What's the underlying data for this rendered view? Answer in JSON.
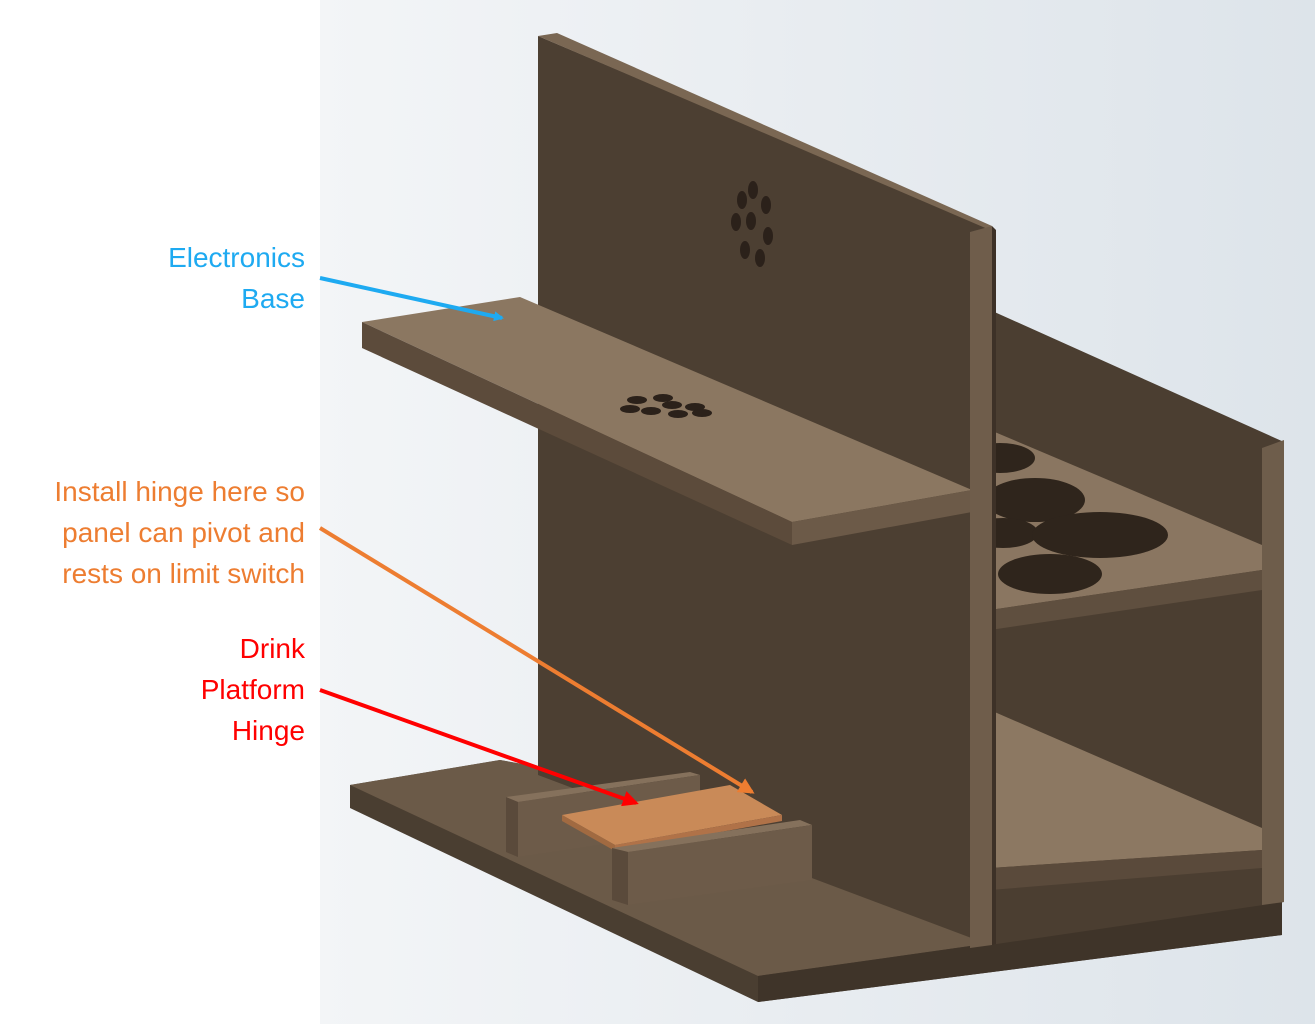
{
  "labels": {
    "electronics_base": "Electronics\nBase",
    "hinge_install": "Install hinge here so\npanel can pivot and\nrests on limit switch",
    "drink_platform_hinge": "Drink\nPlatform\nHinge"
  },
  "colors": {
    "electronics_base": "#1eaaf1",
    "hinge_install": "#ed7d31",
    "drink_platform_hinge": "#ff0000",
    "wood_front": "#4e4133",
    "wood_side": "#6e5d4b",
    "wood_top": "#8c7862",
    "hinge_part": "#c98a58"
  }
}
